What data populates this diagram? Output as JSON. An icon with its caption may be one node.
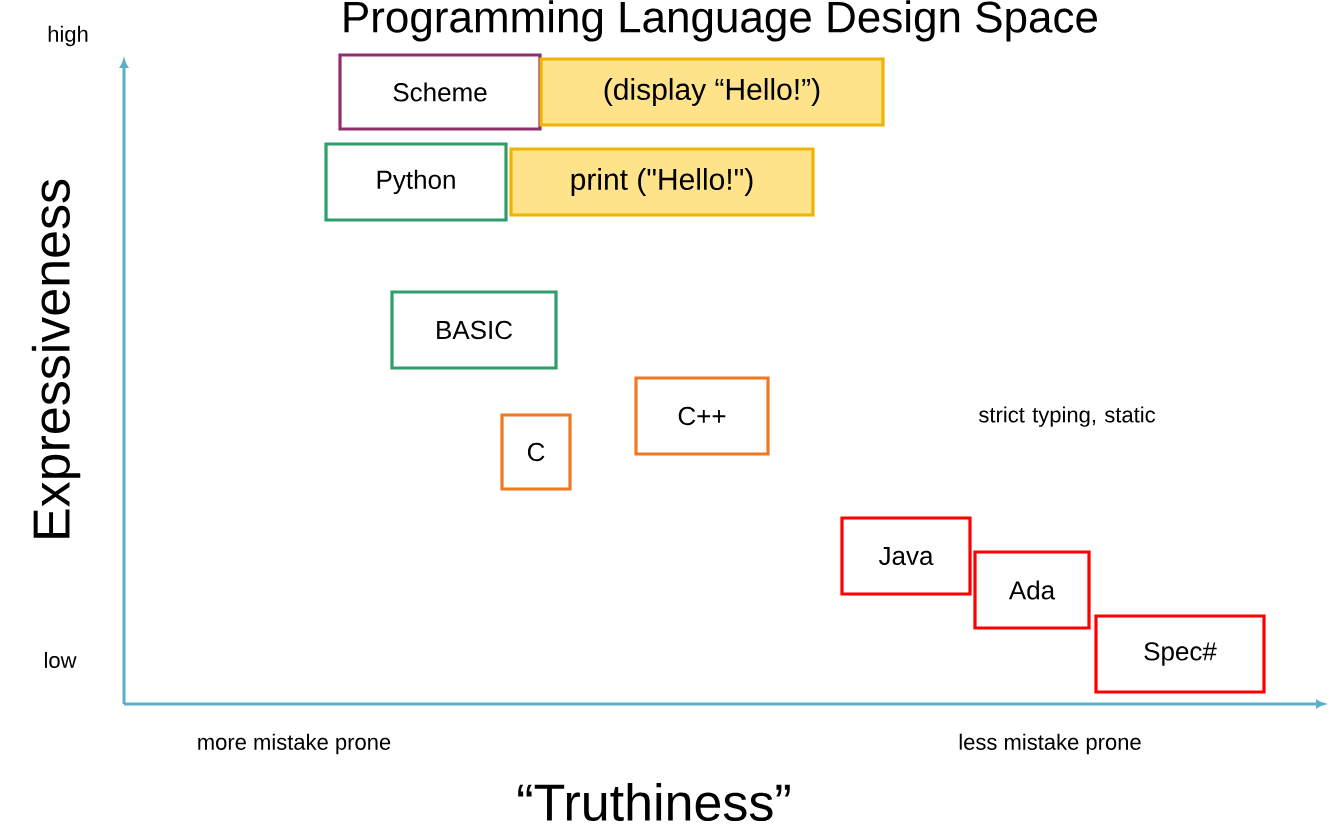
{
  "diagram": {
    "title": "Programming Language Design Space",
    "nodes": [
      {
        "text": [
          "Scheme"
        ]
      },
      {
        "text": [
          "(display “Hello!”)"
        ]
      },
      {
        "text": [
          "Python"
        ]
      },
      {
        "text": [
          "print (\"Hello!\")"
        ]
      },
      {
        "text": [
          "BASIC"
        ]
      },
      {
        "text": [
          "C"
        ]
      },
      {
        "text": [
          "C++"
        ]
      },
      {
        "text": [
          "Java"
        ]
      },
      {
        "text": [
          "Ada"
        ]
      },
      {
        "text": [
          "Spec#"
        ]
      }
    ],
    "labels": [
      "high",
      "Expressiveness",
      "strict typing, static",
      "low",
      "more mistake prone",
      "less mistake prone",
      "“Truthiness”"
    ]
  }
}
